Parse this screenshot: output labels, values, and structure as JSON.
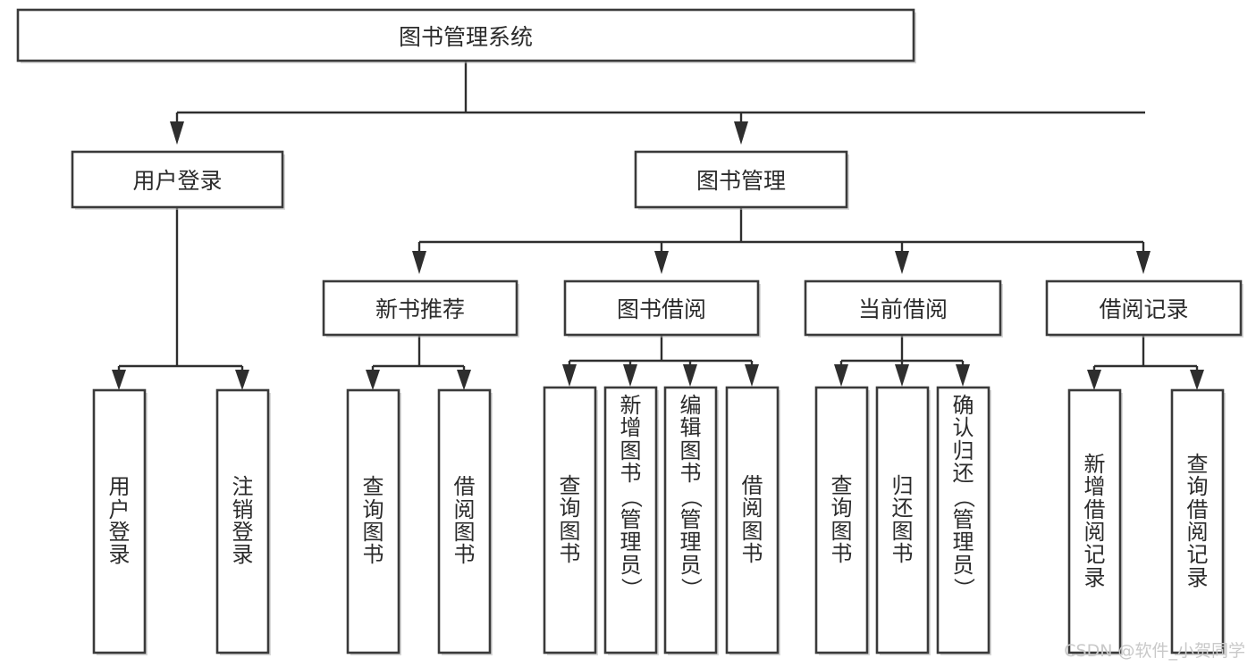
{
  "diagram": {
    "type": "tree-hierarchy",
    "title": "图书管理系统",
    "orientation": "top-down",
    "watermark": "CSDN @软件_小贺同学",
    "colors": {
      "box_fill": "#ffffff",
      "box_stroke": "#3a3a3a",
      "connector": "#2e2e2e",
      "text": "#2b2b2b",
      "background": "#ffffff",
      "watermark": "#c9c9c9"
    },
    "root": {
      "label": "图书管理系统",
      "orientation": "horizontal"
    },
    "level2": [
      {
        "label": "用户登录",
        "orientation": "horizontal"
      },
      {
        "label": "图书管理",
        "orientation": "horizontal"
      }
    ],
    "level3": [
      {
        "label": "新书推荐",
        "orientation": "horizontal"
      },
      {
        "label": "图书借阅",
        "orientation": "horizontal"
      },
      {
        "label": "当前借阅",
        "orientation": "horizontal"
      },
      {
        "label": "借阅记录",
        "orientation": "horizontal"
      }
    ],
    "leaves": {
      "user_login": [
        {
          "label": "用户登录",
          "chars": [
            "用",
            "户",
            "登",
            "录"
          ]
        },
        {
          "label": "注销登录",
          "chars": [
            "注",
            "销",
            "登",
            "录"
          ]
        }
      ],
      "new_book_recommend": [
        {
          "label": "查询图书",
          "chars": [
            "查",
            "询",
            "图",
            "书"
          ]
        },
        {
          "label": "借阅图书",
          "chars": [
            "借",
            "阅",
            "图",
            "书"
          ]
        }
      ],
      "book_borrow": [
        {
          "label": "查询图书",
          "chars": [
            "查",
            "询",
            "图",
            "书"
          ]
        },
        {
          "label": "新增图书（管理员）",
          "chars": [
            "新",
            "增",
            "图",
            "书",
            "（",
            "管",
            "理",
            "员",
            "）"
          ]
        },
        {
          "label": "编辑图书（管理员）",
          "chars": [
            "编",
            "辑",
            "图",
            "书",
            "（",
            "管",
            "理",
            "员",
            "）"
          ]
        },
        {
          "label": "借阅图书",
          "chars": [
            "借",
            "阅",
            "图",
            "书"
          ]
        }
      ],
      "current_borrow": [
        {
          "label": "查询图书",
          "chars": [
            "查",
            "询",
            "图",
            "书"
          ]
        },
        {
          "label": "归还图书",
          "chars": [
            "归",
            "还",
            "图",
            "书"
          ]
        },
        {
          "label": "确认归还（管理员）",
          "chars": [
            "确",
            "认",
            "归",
            "还",
            "（",
            "管",
            "理",
            "员",
            "）"
          ]
        }
      ],
      "borrow_record": [
        {
          "label": "新增借阅记录",
          "chars": [
            "新",
            "增",
            "借",
            "阅",
            "记",
            "录"
          ]
        },
        {
          "label": "查询借阅记录",
          "chars": [
            "查",
            "询",
            "借",
            "阅",
            "记",
            "录"
          ]
        }
      ]
    }
  }
}
